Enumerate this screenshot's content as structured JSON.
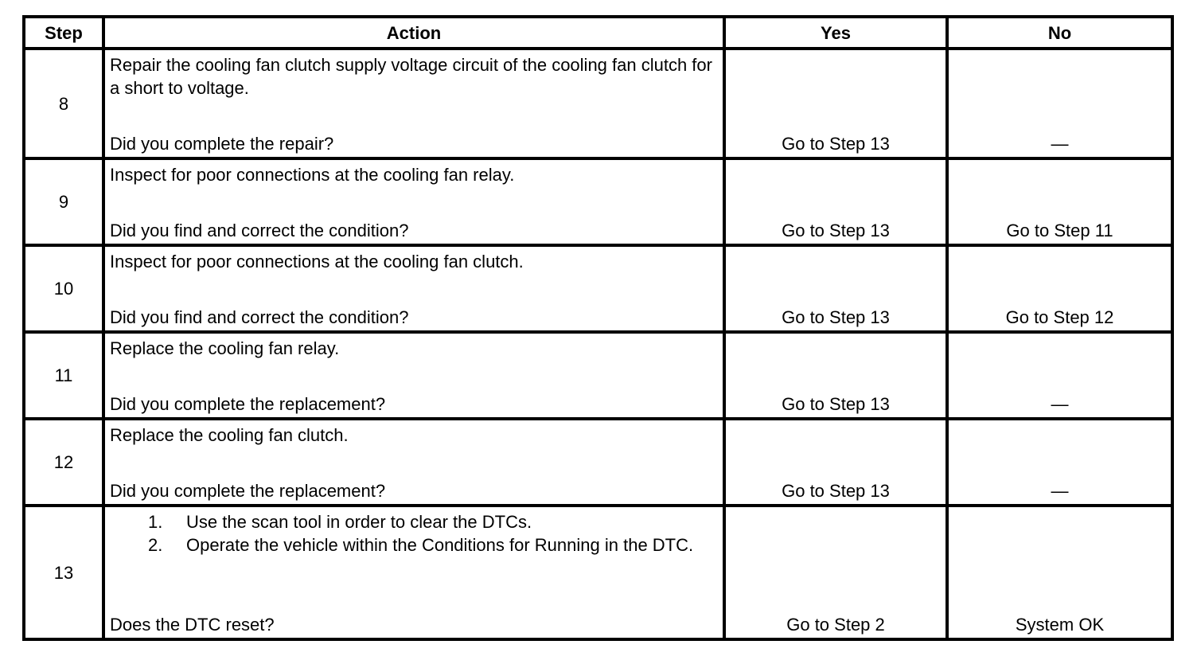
{
  "headers": {
    "step": "Step",
    "action": "Action",
    "yes": "Yes",
    "no": "No"
  },
  "rows": [
    {
      "step": "8",
      "action": "Repair the cooling fan clutch supply voltage circuit of the cooling fan clutch for a short to voltage.",
      "question": "Did you complete the repair?",
      "yes": "Go to Step 13",
      "no": "—"
    },
    {
      "step": "9",
      "action": "Inspect for poor connections at the cooling fan relay.",
      "question": "Did you find and correct the condition?",
      "yes": "Go to Step 13",
      "no": "Go to Step 11"
    },
    {
      "step": "10",
      "action": "Inspect for poor connections at the cooling fan clutch.",
      "question": "Did you find and correct the condition?",
      "yes": "Go to Step 13",
      "no": "Go to Step 12"
    },
    {
      "step": "11",
      "action": "Replace the cooling fan relay.",
      "question": "Did you complete the replacement?",
      "yes": "Go to Step 13",
      "no": "—"
    },
    {
      "step": "12",
      "action": "Replace the cooling fan clutch.",
      "question": "Did you complete the replacement?",
      "yes": "Go to Step 13",
      "no": "—"
    },
    {
      "step": "13",
      "substeps": [
        {
          "num": "1.",
          "text": "Use the scan tool in order to clear the DTCs."
        },
        {
          "num": "2.",
          "text": "Operate the vehicle within the Conditions for Running in the DTC."
        }
      ],
      "question": "Does the DTC reset?",
      "yes": "Go to Step 2",
      "no": "System OK"
    }
  ]
}
